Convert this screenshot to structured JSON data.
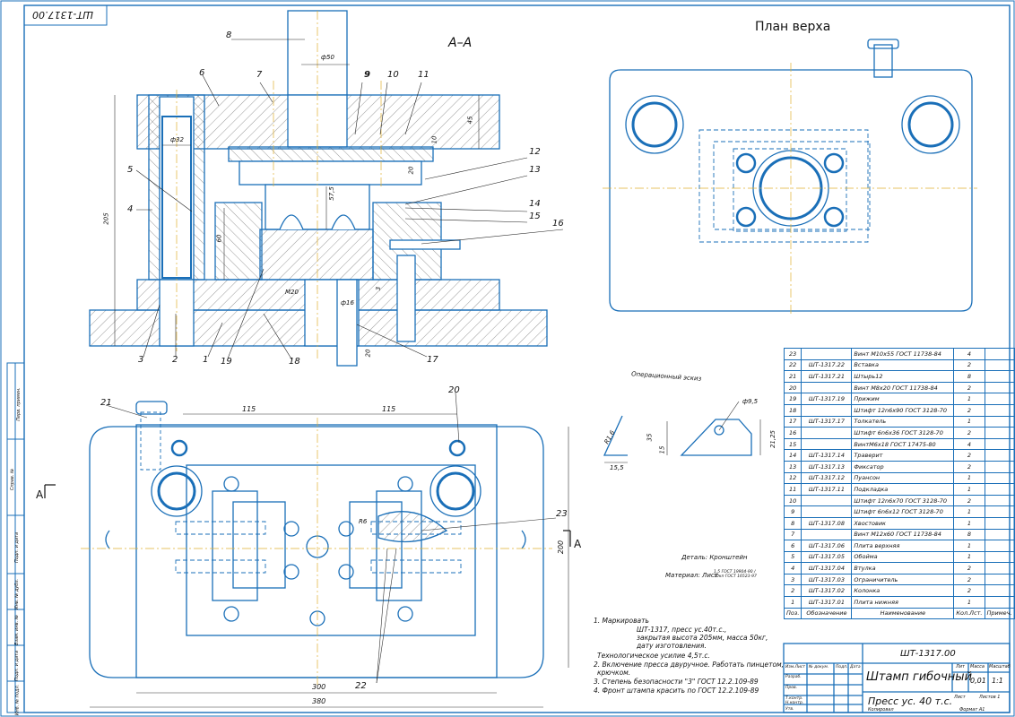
{
  "stamp_code_corner": "ШТ-1317.00",
  "view_title_section": "А–А",
  "view_title_top": "План верха",
  "section_marker": "А",
  "op_sketch_title": "Операционный эскиз",
  "detail_name": "Деталь: Кронштейн",
  "detail_material": "Материал: Лист",
  "detail_material_spec": "1,5 ГОСТ 19904-90 / 10кп ГОСТ 16523-97",
  "dims": {
    "d50": "ф50",
    "d32": "ф32",
    "h205": "205",
    "h45": "45",
    "h10": "10",
    "h20": "20",
    "h575": "57,5",
    "h60": "60",
    "h3": "3",
    "m20": "M20",
    "d16": "ф16",
    "h20b": "20",
    "w115a": "115",
    "w115b": "115",
    "w300": "300",
    "w380": "380",
    "h200": "200",
    "op_d95": "ф9,5",
    "op_r16": "R1,6",
    "op_15": "15",
    "op_35": "35",
    "op_2125": "21,25",
    "op_155": "15,5",
    "r6": "R6"
  },
  "part_numbers": [
    "1",
    "2",
    "3",
    "4",
    "5",
    "6",
    "7",
    "8",
    "9",
    "10",
    "11",
    "12",
    "13",
    "14",
    "15",
    "16",
    "17",
    "18",
    "19",
    "20",
    "21",
    "22",
    "23"
  ],
  "notes": [
    "1. Маркировать",
    "ШТ-1317,  пресс  ус.40т.с.,",
    "закрытая высота 205мм, масса 50кг,",
    "дату изготовления.",
    "Технологическое усилие 4,5т.с.",
    "2. Включение пресса двуручное. Работать пинцетом,",
    "крючком.",
    "3. Степень безопасности \"3\" ГОСТ 12.2.109-89",
    "4. Фронт штампа красить по ГОСТ 12.2.109-89"
  ],
  "bom_header": {
    "pos": "Поз.",
    "designation": "Обозначение",
    "name": "Наименование",
    "qty": "Кол.Лст.",
    "note": "Примеч."
  },
  "bom": [
    {
      "pos": "23",
      "des": "",
      "name": "Винт М10х55 ГОСТ 11738-84",
      "qty": "4"
    },
    {
      "pos": "22",
      "des": "ШТ-1317.22",
      "name": "Вставка",
      "qty": "2"
    },
    {
      "pos": "21",
      "des": "ШТ-1317.21",
      "name": "Штырь12",
      "qty": "8"
    },
    {
      "pos": "20",
      "des": "",
      "name": "Винт М8х20 ГОСТ 11738-84",
      "qty": "2"
    },
    {
      "pos": "19",
      "des": "ШТ-1317.19",
      "name": "Прижим",
      "qty": "1"
    },
    {
      "pos": "18",
      "des": "",
      "name": "Штифт 12n6х90 ГОСТ 3128-70",
      "qty": "2"
    },
    {
      "pos": "17",
      "des": "ШТ-1317.17",
      "name": "Толкатель",
      "qty": "1"
    },
    {
      "pos": "16",
      "des": "",
      "name": "Штифт 6n6х36 ГОСТ 3128-70",
      "qty": "2"
    },
    {
      "pos": "15",
      "des": "",
      "name": "ВинтМ6х18 ГОСТ 17475-80",
      "qty": "4"
    },
    {
      "pos": "14",
      "des": "ШТ-1317.14",
      "name": "Траверит",
      "qty": "2"
    },
    {
      "pos": "13",
      "des": "ШТ-1317.13",
      "name": "Фиксатор",
      "qty": "2"
    },
    {
      "pos": "12",
      "des": "ШТ-1317.12",
      "name": "Пуансон",
      "qty": "1"
    },
    {
      "pos": "11",
      "des": "ШТ-1317.11",
      "name": "Подкладка",
      "qty": "1"
    },
    {
      "pos": "10",
      "des": "",
      "name": "Штифт 12n6х70 ГОСТ 3128-70",
      "qty": "2"
    },
    {
      "pos": "9",
      "des": "",
      "name": "Штифт 6n6х12 ГОСТ 3128-70",
      "qty": "1"
    },
    {
      "pos": "8",
      "des": "ШТ-1317.08",
      "name": "Хвостовик",
      "qty": "1"
    },
    {
      "pos": "7",
      "des": "",
      "name": "Винт М12х60 ГОСТ 11738-84",
      "qty": "8"
    },
    {
      "pos": "6",
      "des": "ШТ-1317.06",
      "name": "Плита верхняя",
      "qty": "1"
    },
    {
      "pos": "5",
      "des": "ШТ-1317.05",
      "name": "Обойма",
      "qty": "1"
    },
    {
      "pos": "4",
      "des": "ШТ-1317.04",
      "name": "Втулка",
      "qty": "2"
    },
    {
      "pos": "3",
      "des": "ШТ-1317.03",
      "name": "Ограничитель",
      "qty": "2"
    },
    {
      "pos": "2",
      "des": "ШТ-1317.02",
      "name": "Колонка",
      "qty": "2"
    },
    {
      "pos": "1",
      "des": "ШТ-1317.01",
      "name": "Плита нижняя",
      "qty": "1"
    }
  ],
  "title_block": {
    "doc_code": "ШТ-1317.00",
    "title": "Штамп гибочный",
    "subtitle": "Пресс ус. 40 т.с.",
    "lit": "Лит",
    "mass_hdr": "Масса",
    "scale_hdr": "Масштаб",
    "mass": "0,01",
    "scale": "1:1",
    "sheet": "Лист",
    "sheets": "Листов 1",
    "rows": [
      "Изм.Лист",
      "№ докум.",
      "Подп.",
      "Дата",
      "Разраб.",
      "Пров.",
      "Т.контр.",
      "Н.контр.",
      "Утв."
    ],
    "copied": "Копировал",
    "format": "Формат  А1"
  },
  "left_strip": [
    "Перв. примен.",
    "Справ. №",
    "Подп. и дата",
    "Инв. № дубл.",
    "Взам. инв. №",
    "Подп. и дата",
    "Инв. № подл."
  ]
}
